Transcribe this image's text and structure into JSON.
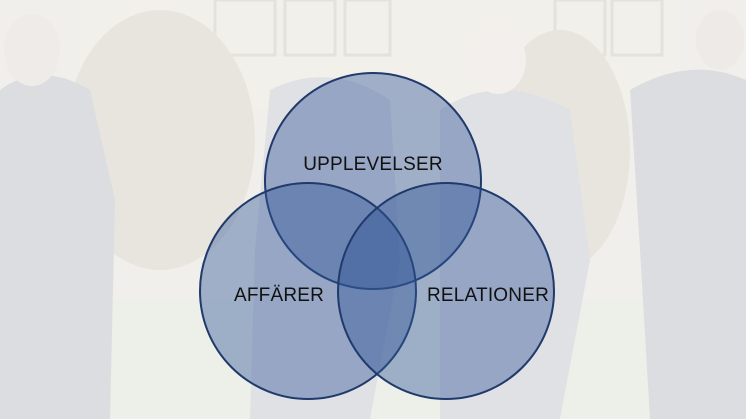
{
  "venn": {
    "sets": [
      {
        "id": "top",
        "label": "UPPLEVELSER"
      },
      {
        "id": "left",
        "label": "AFFÄRER"
      },
      {
        "id": "right",
        "label": "RELATIONER"
      }
    ],
    "circle_fill": "#2f5597",
    "circle_stroke": "#1f3a6b"
  }
}
